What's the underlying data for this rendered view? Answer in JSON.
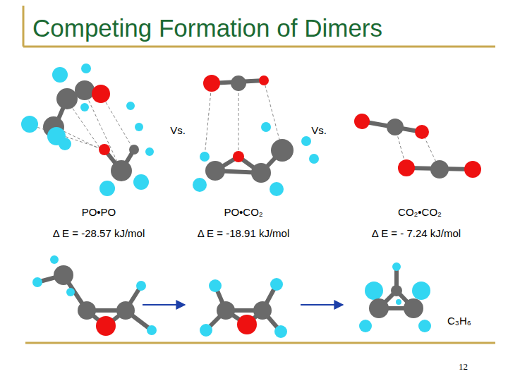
{
  "diagram": {
    "title": "Competing Formation of Dimers",
    "labels": [
      "Vs.",
      "Vs.",
      "PO•PO",
      "Δ E = -28.57 kJ/mol",
      "PO•CO₂",
      "Δ E = -18.91 kJ/mol",
      "CO₂•CO₂",
      "Δ E = - 7.24 kJ/mol",
      "C₃H₆",
      "12"
    ]
  }
}
